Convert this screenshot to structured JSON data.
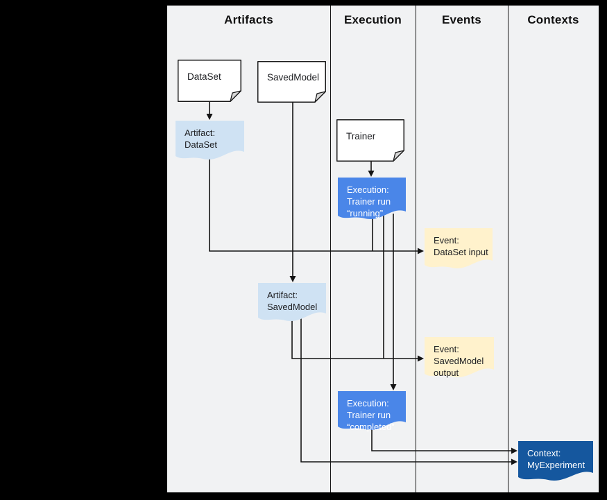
{
  "diagram": {
    "columns": [
      {
        "id": "artifacts",
        "label": "Artifacts"
      },
      {
        "id": "execution",
        "label": "Execution"
      },
      {
        "id": "events",
        "label": "Events"
      },
      {
        "id": "contexts",
        "label": "Contexts"
      }
    ],
    "nodes": [
      {
        "id": "type-dataset",
        "column": "artifacts",
        "kind": "note",
        "lines": [
          "DataSet"
        ]
      },
      {
        "id": "type-savedmodel",
        "column": "artifacts",
        "kind": "note",
        "lines": [
          "SavedModel"
        ]
      },
      {
        "id": "type-trainer",
        "column": "execution",
        "kind": "note",
        "lines": [
          "Trainer"
        ]
      },
      {
        "id": "artifact-dataset",
        "column": "artifacts",
        "kind": "artifact",
        "lines": [
          "Artifact:",
          "DataSet"
        ]
      },
      {
        "id": "execution-running",
        "column": "execution",
        "kind": "execution",
        "lines": [
          "Execution:",
          "Trainer run",
          "“running”"
        ]
      },
      {
        "id": "event-dataset-input",
        "column": "events",
        "kind": "event",
        "lines": [
          "Event:",
          "DataSet input"
        ]
      },
      {
        "id": "artifact-savedmodel",
        "column": "artifacts",
        "kind": "artifact",
        "lines": [
          "Artifact:",
          "SavedModel"
        ]
      },
      {
        "id": "event-savedmodel-output",
        "column": "events",
        "kind": "event",
        "lines": [
          "Event:",
          "SavedModel",
          "output"
        ]
      },
      {
        "id": "execution-completed",
        "column": "execution",
        "kind": "execution",
        "lines": [
          "Execution:",
          "Trainer run",
          "“completed”"
        ]
      },
      {
        "id": "context-myexperiment",
        "column": "contexts",
        "kind": "context",
        "lines": [
          "Context:",
          "MyExperiment"
        ]
      }
    ],
    "edges": [
      {
        "from": "type-dataset",
        "to": "artifact-dataset"
      },
      {
        "from": "type-savedmodel",
        "to": "artifact-savedmodel"
      },
      {
        "from": "type-trainer",
        "to": "execution-running"
      },
      {
        "from": "artifact-dataset",
        "to": "event-dataset-input"
      },
      {
        "from": "execution-running",
        "to": "event-dataset-input"
      },
      {
        "from": "artifact-savedmodel",
        "to": "event-savedmodel-output"
      },
      {
        "from": "execution-running",
        "to": "event-savedmodel-output"
      },
      {
        "from": "execution-running",
        "to": "execution-completed"
      },
      {
        "from": "execution-completed",
        "to": "context-myexperiment"
      },
      {
        "from": "artifact-savedmodel",
        "to": "context-myexperiment"
      }
    ],
    "colors": {
      "canvas": "#000000",
      "panel": "#f1f2f3",
      "note_fill": "#ffffff",
      "note_border": "#1a1a1a",
      "fold_fill": "#d8d8d8",
      "artifact_fill": "#cfe2f3",
      "execution_fill": "#4a86e8",
      "event_fill": "#fff2cc",
      "context_fill": "#15579e",
      "connector": "#141414",
      "text_dark": "#202124",
      "text_light": "#ffffff"
    }
  }
}
